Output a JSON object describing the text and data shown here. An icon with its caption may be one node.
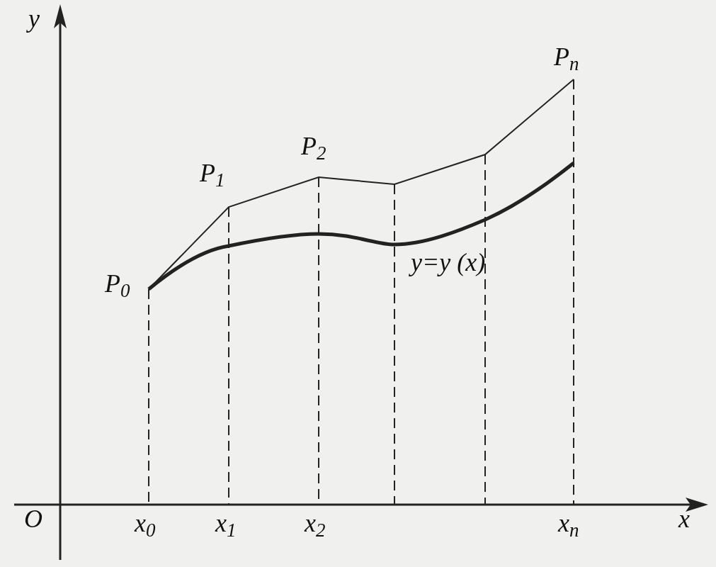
{
  "diagram": {
    "labels": [
      "y",
      "P$_{n}$",
      "P$_{2}$",
      "P$_{1}$",
      "y=y (x)",
      "P$_{0}$",
      "O",
      "x$_{0}$",
      "x$_{1}$",
      "x$_{2}$",
      "x$_{n}$",
      "x"
    ]
  }
}
